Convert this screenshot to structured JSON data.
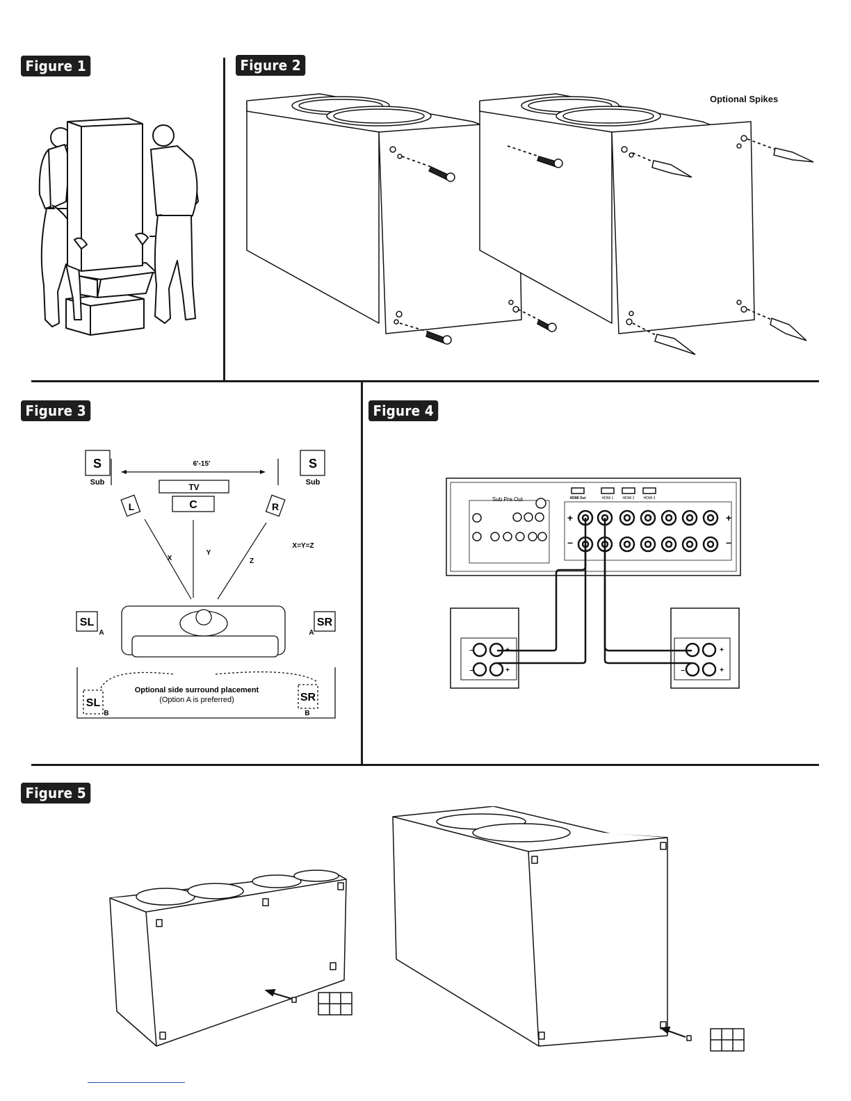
{
  "figures": {
    "fig1": {
      "badge": "Figure 1"
    },
    "fig2": {
      "badge": "Figure 2",
      "spikes_label": "Optional Spikes"
    },
    "fig3": {
      "badge": "Figure 3",
      "distance": "6'-15'",
      "tv": "TV",
      "center": "C",
      "left": "L",
      "right": "R",
      "sub_box": "S",
      "sub_label": "Sub",
      "x": "X",
      "y": "Y",
      "z": "Z",
      "equation": "X=Y=Z",
      "sl": "SL",
      "sr": "SR",
      "opt_a": "A",
      "opt_b": "B",
      "note_title": "Optional side surround placement",
      "note_sub": "(Option A is preferred)"
    },
    "fig4": {
      "badge": "Figure 4",
      "sub_pre_out": "Sub Pre Out",
      "hdmi_out": "HDMI Out",
      "hdmi1": "HDMI 1",
      "hdmi2": "HDMI 2",
      "hdmi3": "HDMI 3",
      "plus": "+",
      "minus": "–"
    },
    "fig5": {
      "badge": "Figure 5"
    }
  }
}
